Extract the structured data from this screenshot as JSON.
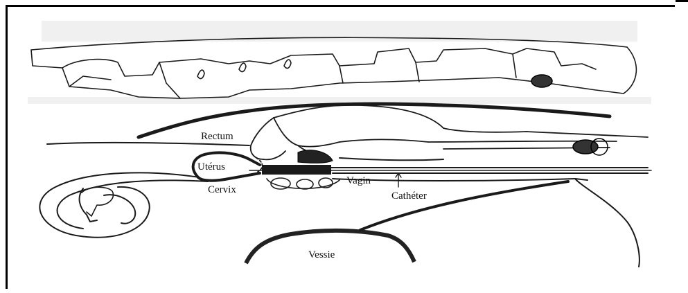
{
  "diagram": {
    "labels": {
      "rectum": "Rectum",
      "uterus": "Utérus",
      "cervix": "Cervix",
      "vagin": "Vagin",
      "catheter": "Cathéter",
      "vessie": "Vessie"
    }
  },
  "colors": {
    "ink": "#1a1a1a",
    "paper": "#ffffff"
  }
}
